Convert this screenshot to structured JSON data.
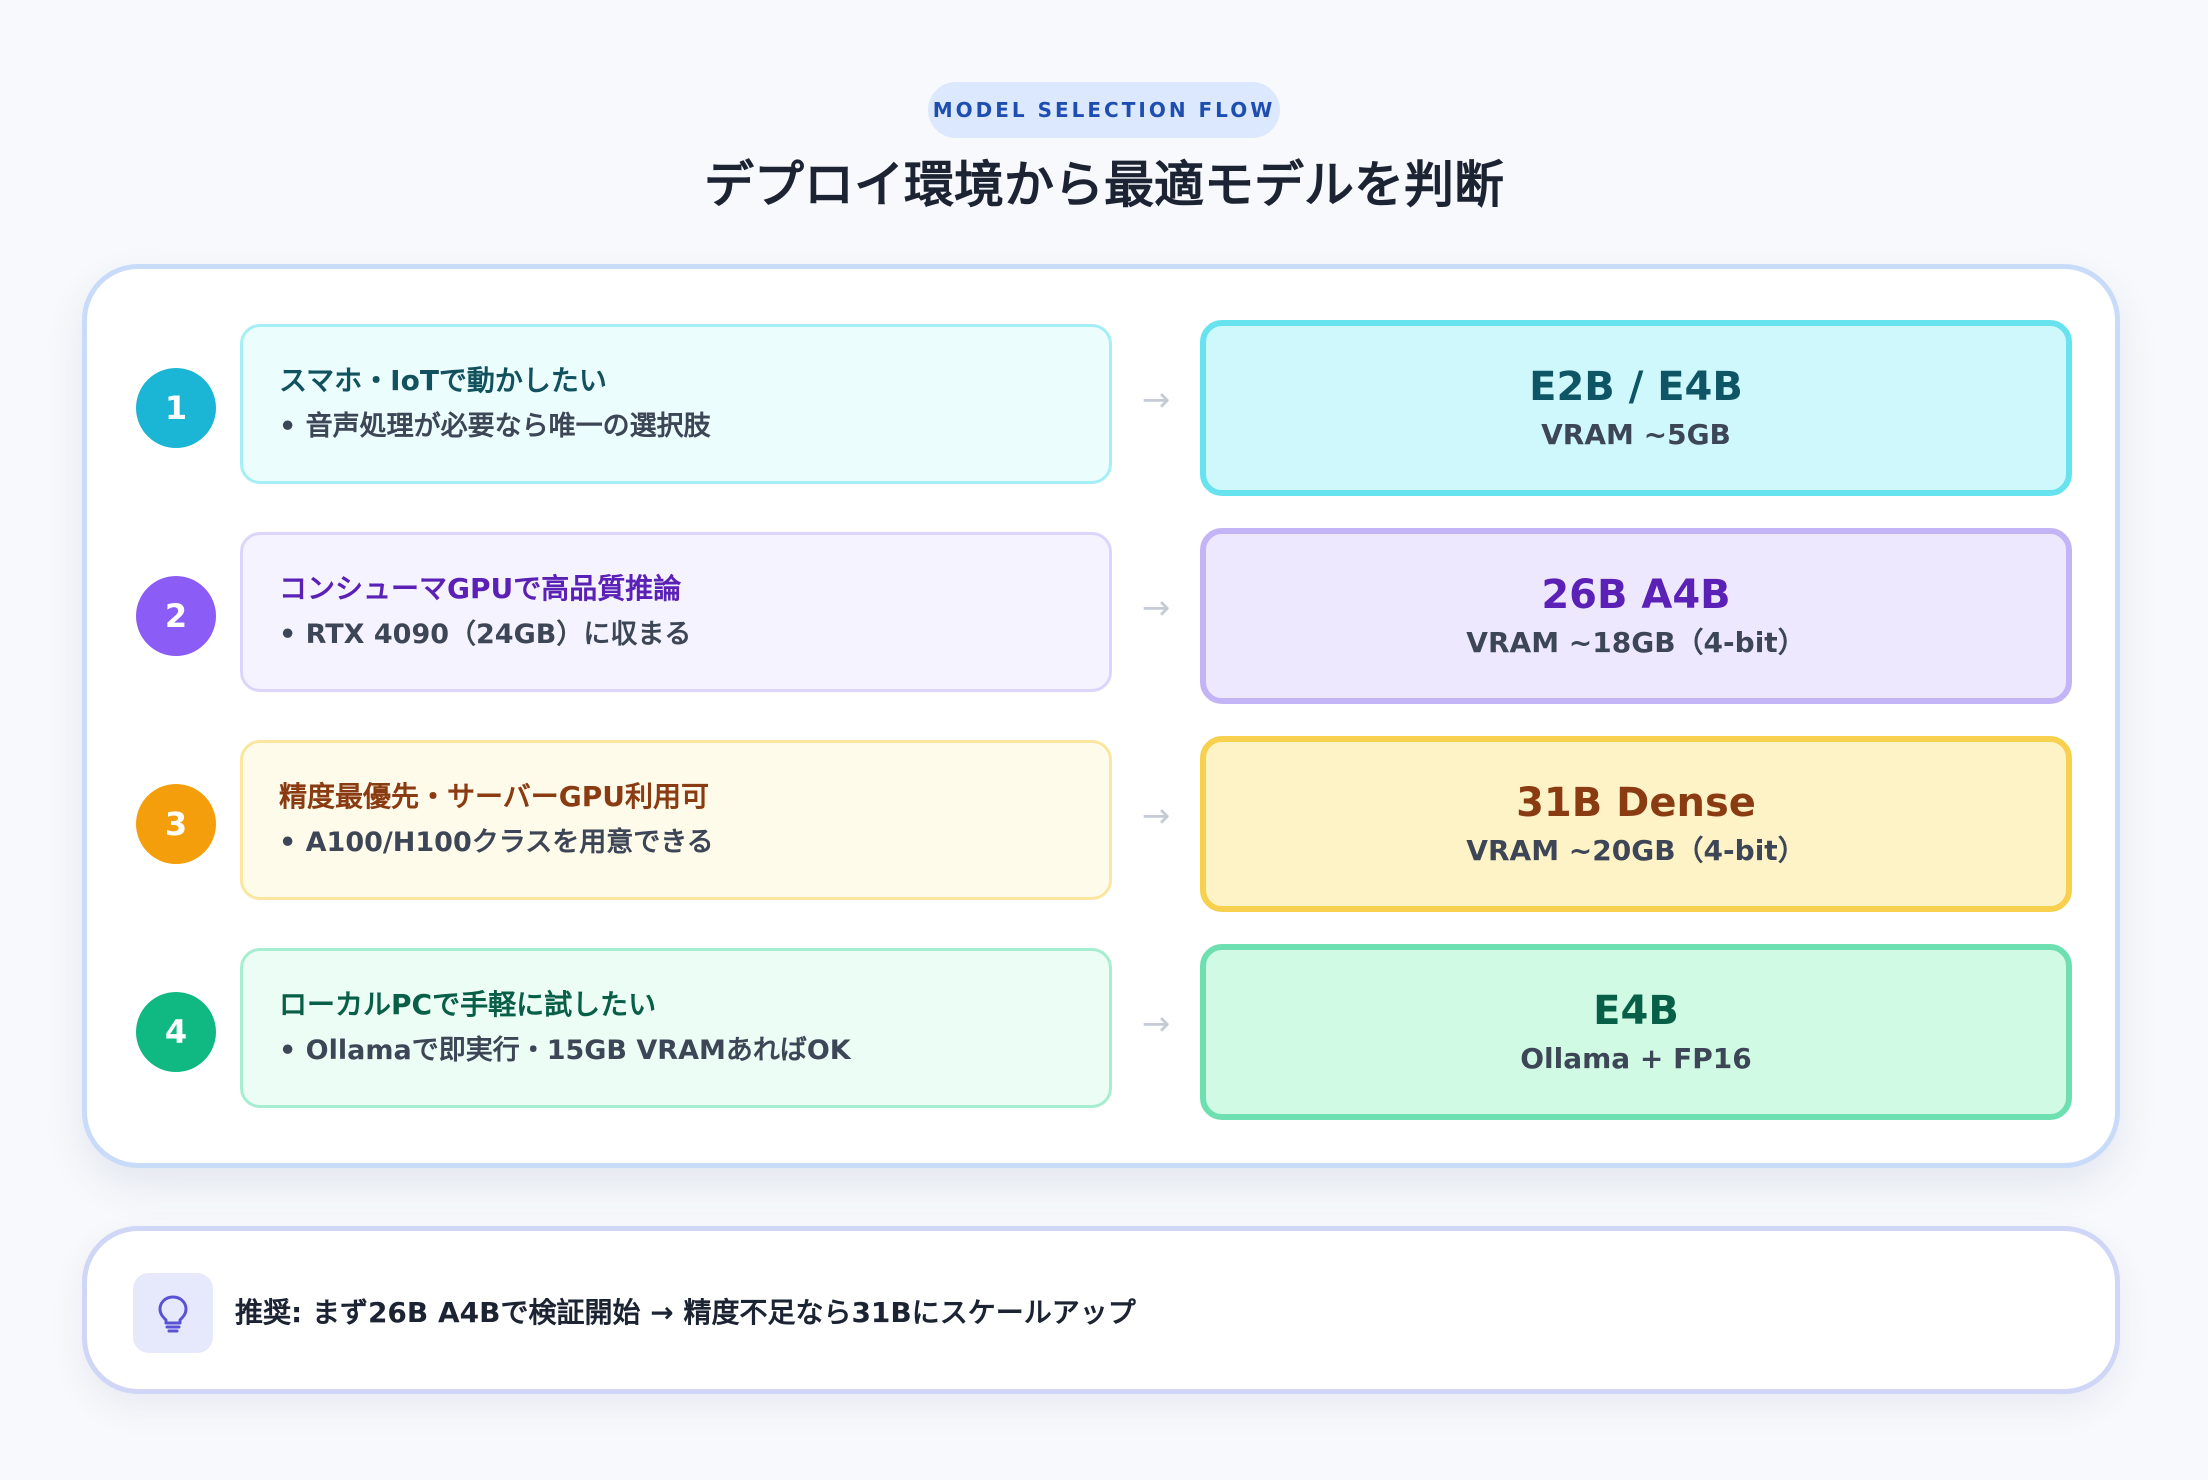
{
  "header": {
    "badge": "MODEL SELECTION FLOW",
    "title": "デプロイ環境から最適モデルを判断"
  },
  "rows": [
    {
      "number": "1",
      "condition_title": "スマホ・IoTで動かしたい",
      "condition_desc": "• 音声処理が必要なら唯一の選択肢",
      "model_name": "E2B / E4B",
      "model_spec": "VRAM ~5GB",
      "colors": {
        "num_bg": "#1bb5d6",
        "cond_bg": "#ecfdfe",
        "cond_border": "#a6eef6",
        "cond_text": "#12525e",
        "model_bg": "#cff8fc",
        "model_border": "#67e3f0",
        "model_text": "#0e5566"
      }
    },
    {
      "number": "2",
      "condition_title": "コンシューマGPUで高品質推論",
      "condition_desc": "• RTX 4090（24GB）に収まる",
      "model_name": "26B A4B",
      "model_spec": "VRAM ~18GB（4-bit）",
      "colors": {
        "num_bg": "#8b5cf6",
        "cond_bg": "#f5f3ff",
        "cond_border": "#ddd4fb",
        "cond_text": "#5b21b6",
        "model_bg": "#ede8fe",
        "model_border": "#c3b5f5",
        "model_text": "#5b21b6"
      }
    },
    {
      "number": "3",
      "condition_title": "精度最優先・サーバーGPU利用可",
      "condition_desc": "• A100/H100クラスを用意できる",
      "model_name": "31B Dense",
      "model_spec": "VRAM ~20GB（4-bit）",
      "colors": {
        "num_bg": "#f59e0b",
        "cond_bg": "#fffbeb",
        "cond_border": "#fbe6a0",
        "cond_text": "#8a3b12",
        "model_bg": "#fef3c7",
        "model_border": "#f7d04e",
        "model_text": "#8a3b12"
      }
    },
    {
      "number": "4",
      "condition_title": "ローカルPCで手軽に試したい",
      "condition_desc": "• Ollamaで即実行・15GB VRAMあればOK",
      "model_name": "E4B",
      "model_spec": "Ollama + FP16",
      "colors": {
        "num_bg": "#10b981",
        "cond_bg": "#ecfdf5",
        "cond_border": "#a7eed0",
        "cond_text": "#065f46",
        "model_bg": "#d1fae5",
        "model_border": "#6ee0b0",
        "model_text": "#065f46"
      }
    }
  ],
  "arrow_glyph": "→",
  "tip": {
    "icon": "lightbulb-icon",
    "text": "推奨: まず26B A4Bで検証開始 → 精度不足なら31Bにスケールアップ"
  }
}
